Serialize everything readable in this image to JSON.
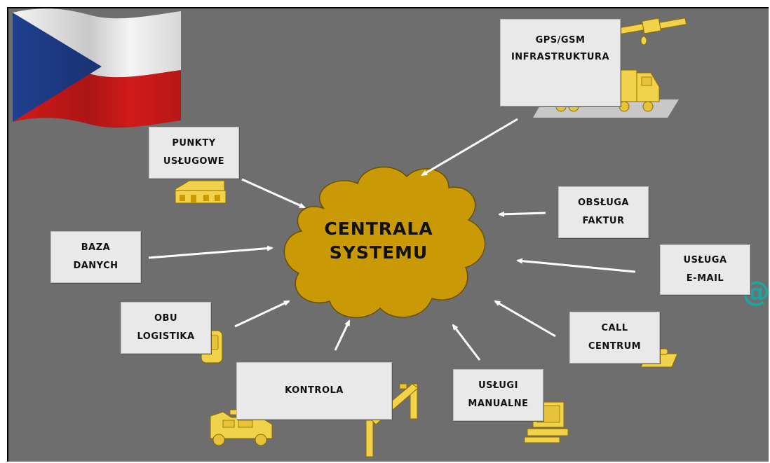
{
  "center": {
    "line1": "CENTRALA",
    "line2": "SYSTEMU"
  },
  "nodes": {
    "gps": {
      "line1": "GPS/GSM",
      "line2": "INFRASTRUKTURA"
    },
    "punkty": {
      "line1": "PUNKTY",
      "line2": "USŁUGOWE"
    },
    "obsluga": {
      "line1": "OBSŁUGA",
      "line2": "FAKTUR"
    },
    "baza": {
      "line1": "BAZA",
      "line2": "DANYCH"
    },
    "email": {
      "line1": "USŁUGA",
      "line2": "E-MAIL"
    },
    "obu": {
      "line1": "OBU",
      "line2": "LOGISTIKA"
    },
    "call": {
      "line1": "CALL",
      "line2": "CENTRUM"
    },
    "kontrola": {
      "line1": "KONTROLA"
    },
    "manualne": {
      "line1": "USŁUGI",
      "line2": "MANUALNE"
    }
  },
  "icons": {
    "at_symbol": "@"
  },
  "colors": {
    "background": "#6e6e6e",
    "cloud": "#c99a06",
    "box": "#e9e9e9",
    "arrow": "#ffffff",
    "clipart": "#f2d24a",
    "flag_blue": "#1f3f8f",
    "flag_red": "#d11a1a",
    "flag_white": "#f4f4f4",
    "email_icon": "#1aa6a0"
  }
}
